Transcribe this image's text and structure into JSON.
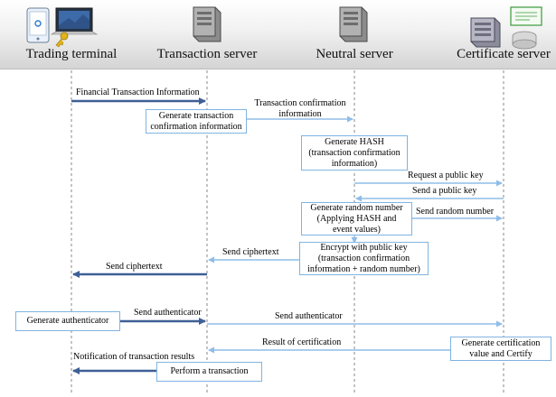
{
  "actors": {
    "trading_terminal": "Trading terminal",
    "transaction_server": "Transaction server",
    "neutral_server": "Neutral server",
    "certificate_server": "Certificate server"
  },
  "messages": {
    "financial_info": "Financial Transaction Information",
    "tx_confirmation": "Transaction confirmation\ninformation",
    "request_public_key": "Request a public key",
    "send_public_key": "Send a public key",
    "send_random_number": "Send random number",
    "send_ciphertext_1": "Send ciphertext",
    "send_ciphertext_2": "Send ciphertext",
    "send_authenticator_1": "Send authenticator",
    "send_authenticator_2": "Send authenticator",
    "result_of_certification": "Result of certification",
    "notification_results": "Notification of transaction results"
  },
  "notes": {
    "generate_tx_confirmation": "Generate transaction\nconfirmation information",
    "generate_hash": "Generate HASH\n(transaction confirmation\ninformation)",
    "generate_random": "Generate random number\n(Applying HASH and\nevent values)",
    "encrypt_public_key": "Encrypt with public key\n(transaction confirmation\ninformation + random number)",
    "generate_authenticator": "Generate authenticator",
    "generate_certification": "Generate certification\nvalue and Certify",
    "perform_transaction": "Perform a transaction"
  },
  "colors": {
    "bold_arrow": "#3f5f96",
    "thin_arrow": "#8fbde8",
    "note_border": "#7fb4e2",
    "lifeline": "#8a8a8a"
  }
}
